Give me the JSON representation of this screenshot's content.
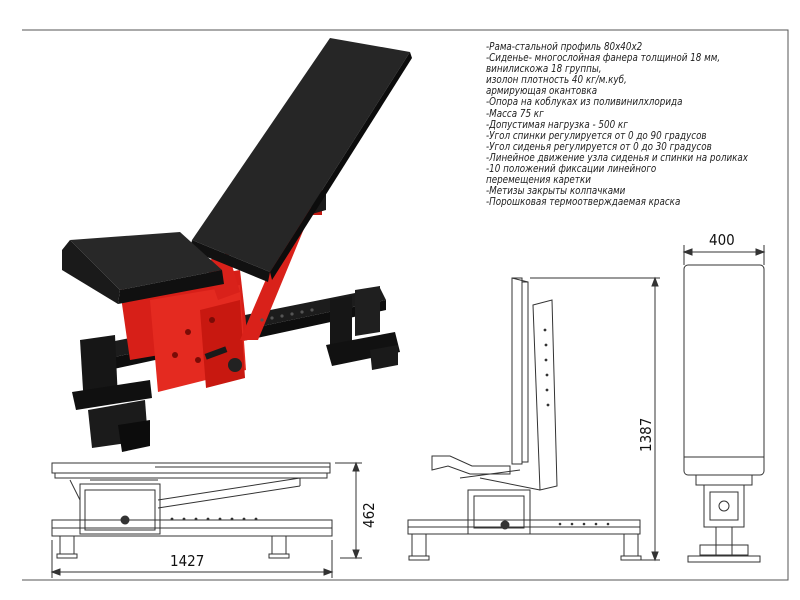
{
  "specs": [
    "-Рама-стальной профиль 80х40х2",
    "-Сиденье- многослойная фанера толщиной 18 мм,",
    "винилискожа 18 группы,",
    "изолон плотность 40 кг/м.куб,",
    "армирующая окантовка",
    "-Опора на коблуках из поливинилхлорида",
    "-Масса 75 кг",
    "-Допустимая нагрузка - 500 кг",
    "-Угол спинки регулируется от 0 до 90 градусов",
    "-Угол сиденья регулируется от 0 до 30 градусов",
    "-Линейное движение узла сиденья и спинки на роликах",
    "-10 положений фиксации линейного",
    "перемещения каретки",
    "-Метизы закрыты колпачками",
    "-Порошковая термоотверждаемая краска"
  ],
  "dimensions": {
    "width": "400",
    "height": "1387",
    "side_height": "462",
    "length": "1427"
  },
  "colors": {
    "frame_red": "#e0231c",
    "frame_black": "#1a1a1a",
    "pad_black": "#262626",
    "line": "#333333"
  }
}
